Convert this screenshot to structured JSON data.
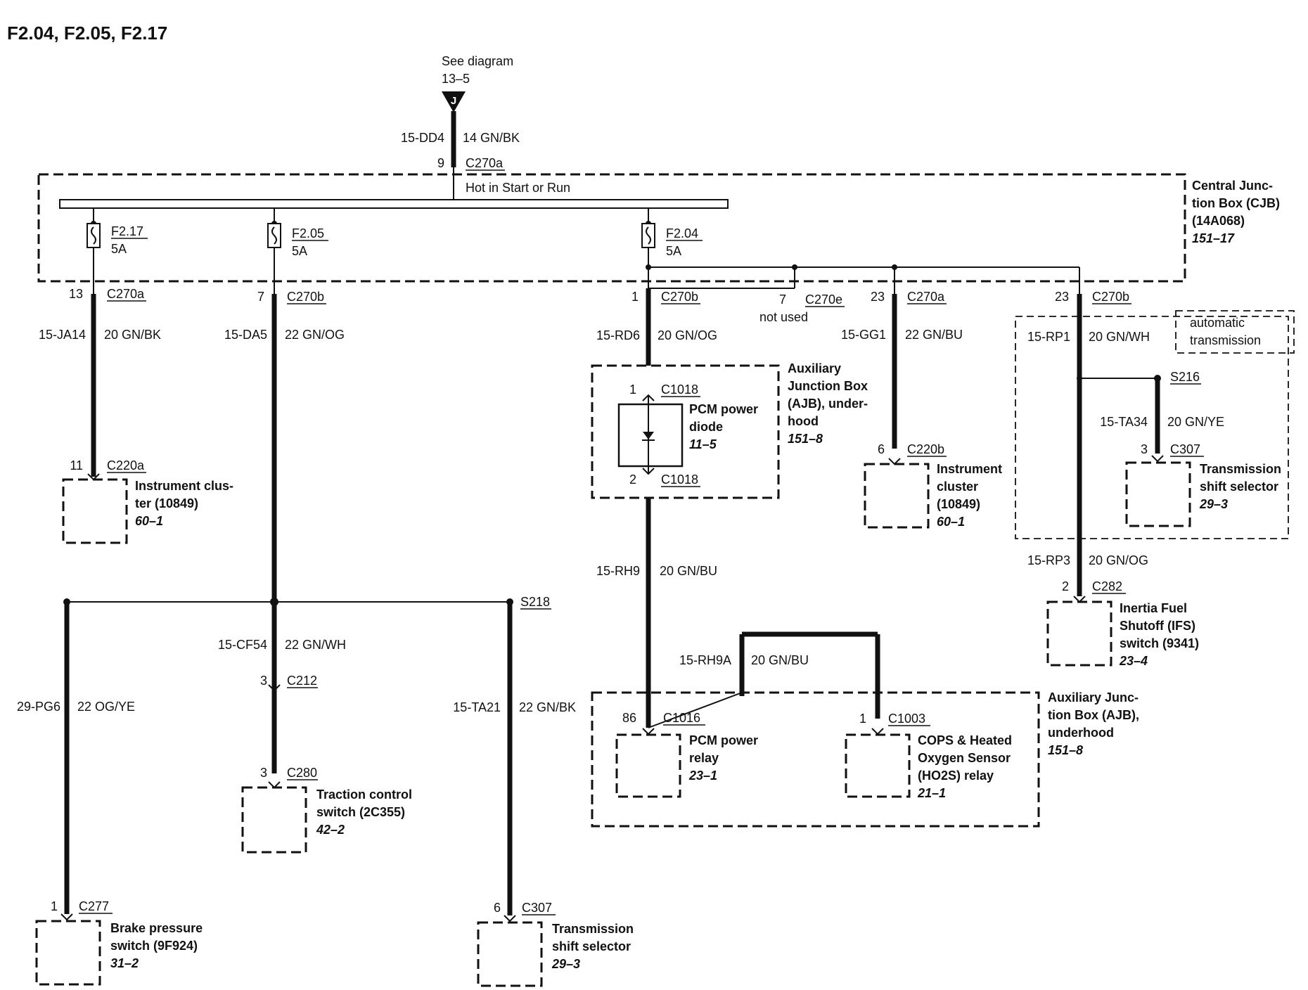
{
  "title": "F2.04, F2.05, F2.17",
  "source": {
    "line1": "See diagram",
    "line2": "13–5",
    "tag": "J"
  },
  "cjb": {
    "wire_id": "15-DD4",
    "wire_color": "14 GN/BK",
    "pin": "9",
    "connector": "C270a",
    "bus_label": "Hot in Start or Run",
    "name1": "Central Junc-",
    "name2": "tion Box (CJB)",
    "name3": "(14A068)",
    "ref": "151–17"
  },
  "fuses": [
    {
      "name": "F2.17",
      "rating": "5A"
    },
    {
      "name": "F2.05",
      "rating": "5A"
    },
    {
      "name": "F2.04",
      "rating": "5A"
    }
  ],
  "c1": {
    "pin_top": "13",
    "conn_top": "C270a",
    "wire_id": "15-JA14",
    "wire_color": "20 GN/BK",
    "pin_bot": "11",
    "conn_bot": "C220a",
    "name1": "Instrument clus-",
    "name2": "ter (10849)",
    "ref": "60–1"
  },
  "c2": {
    "pin_top": "7",
    "conn_top": "C270b",
    "wire_id": "15-DA5",
    "wire_color": "22 GN/OG",
    "splice": "S218",
    "cf_id": "15-CF54",
    "cf_color": "22 GN/WH",
    "c212_pin": "3",
    "c212": "C212",
    "c280_pin": "3",
    "c280": "C280",
    "tc_name1": "Traction control",
    "tc_name2": "switch (2C355)",
    "tc_ref": "42–2",
    "pg_id": "29-PG6",
    "pg_color": "22 OG/YE",
    "c277_pin": "1",
    "c277": "C277",
    "bp_name1": "Brake pressure",
    "bp_name2": "switch (9F924)",
    "bp_ref": "31–2",
    "ta_id": "15-TA21",
    "ta_color": "22 GN/BK",
    "c307_pin": "6",
    "c307": "C307",
    "ts_name1": "Transmission",
    "ts_name2": "shift selector",
    "ts_ref": "29–3"
  },
  "c3": {
    "pin_top": "1",
    "conn_top": "C270b",
    "wire_id": "15-RD6",
    "wire_color": "20 GN/OG",
    "nu_pin": "7",
    "nu_conn": "C270e",
    "nu_label": "not used",
    "ajb_name1": "Auxiliary",
    "ajb_name2": "Junction Box",
    "ajb_name3": "(AJB), under-",
    "ajb_name4": "hood",
    "ajb_ref": "151–8",
    "d_pin_top": "1",
    "d_conn_top": "C1018",
    "d_pin_bot": "2",
    "d_conn_bot": "C1018",
    "diode_name1": "PCM power",
    "diode_name2": "diode",
    "diode_ref": "11–5",
    "rh9_id": "15-RH9",
    "rh9_color": "20 GN/BU",
    "rh9a_id": "15-RH9A",
    "rh9a_color": "20 GN/BU",
    "r1_pin": "86",
    "r1_conn": "C1016",
    "r1_name1": "PCM power",
    "r1_name2": "relay",
    "r1_ref": "23–1",
    "r2_pin": "1",
    "r2_conn": "C1003",
    "r2_name1": "COPS & Heated",
    "r2_name2": "Oxygen Sensor",
    "r2_name3": "(HO2S) relay",
    "r2_ref": "21–1",
    "ajb2_name1": "Auxiliary Junc-",
    "ajb2_name2": "tion Box (AJB),",
    "ajb2_name3": "underhood",
    "ajb2_ref": "151–8"
  },
  "c4": {
    "pin_top": "23",
    "conn_top": "C270a",
    "wire_id": "15-GG1",
    "wire_color": "22 GN/BU",
    "pin_bot": "6",
    "conn_bot": "C220b",
    "name1": "Instrument",
    "name2": "cluster",
    "name3": "(10849)",
    "ref": "60–1"
  },
  "c5": {
    "pin_top": "23",
    "conn_top": "C270b",
    "auto1": "automatic",
    "auto2": "transmission",
    "rp1_id": "15-RP1",
    "rp1_color": "20 GN/WH",
    "splice": "S216",
    "ta34_id": "15-TA34",
    "ta34_color": "20 GN/YE",
    "c307_pin": "3",
    "c307": "C307",
    "ts_name1": "Transmission",
    "ts_name2": "shift selector",
    "ts_ref": "29–3",
    "rp3_id": "15-RP3",
    "rp3_color": "20 GN/OG",
    "c282_pin": "2",
    "c282": "C282",
    "ifs_name1": "Inertia Fuel",
    "ifs_name2": "Shutoff (IFS)",
    "ifs_name3": "switch (9341)",
    "ifs_ref": "23–4"
  }
}
